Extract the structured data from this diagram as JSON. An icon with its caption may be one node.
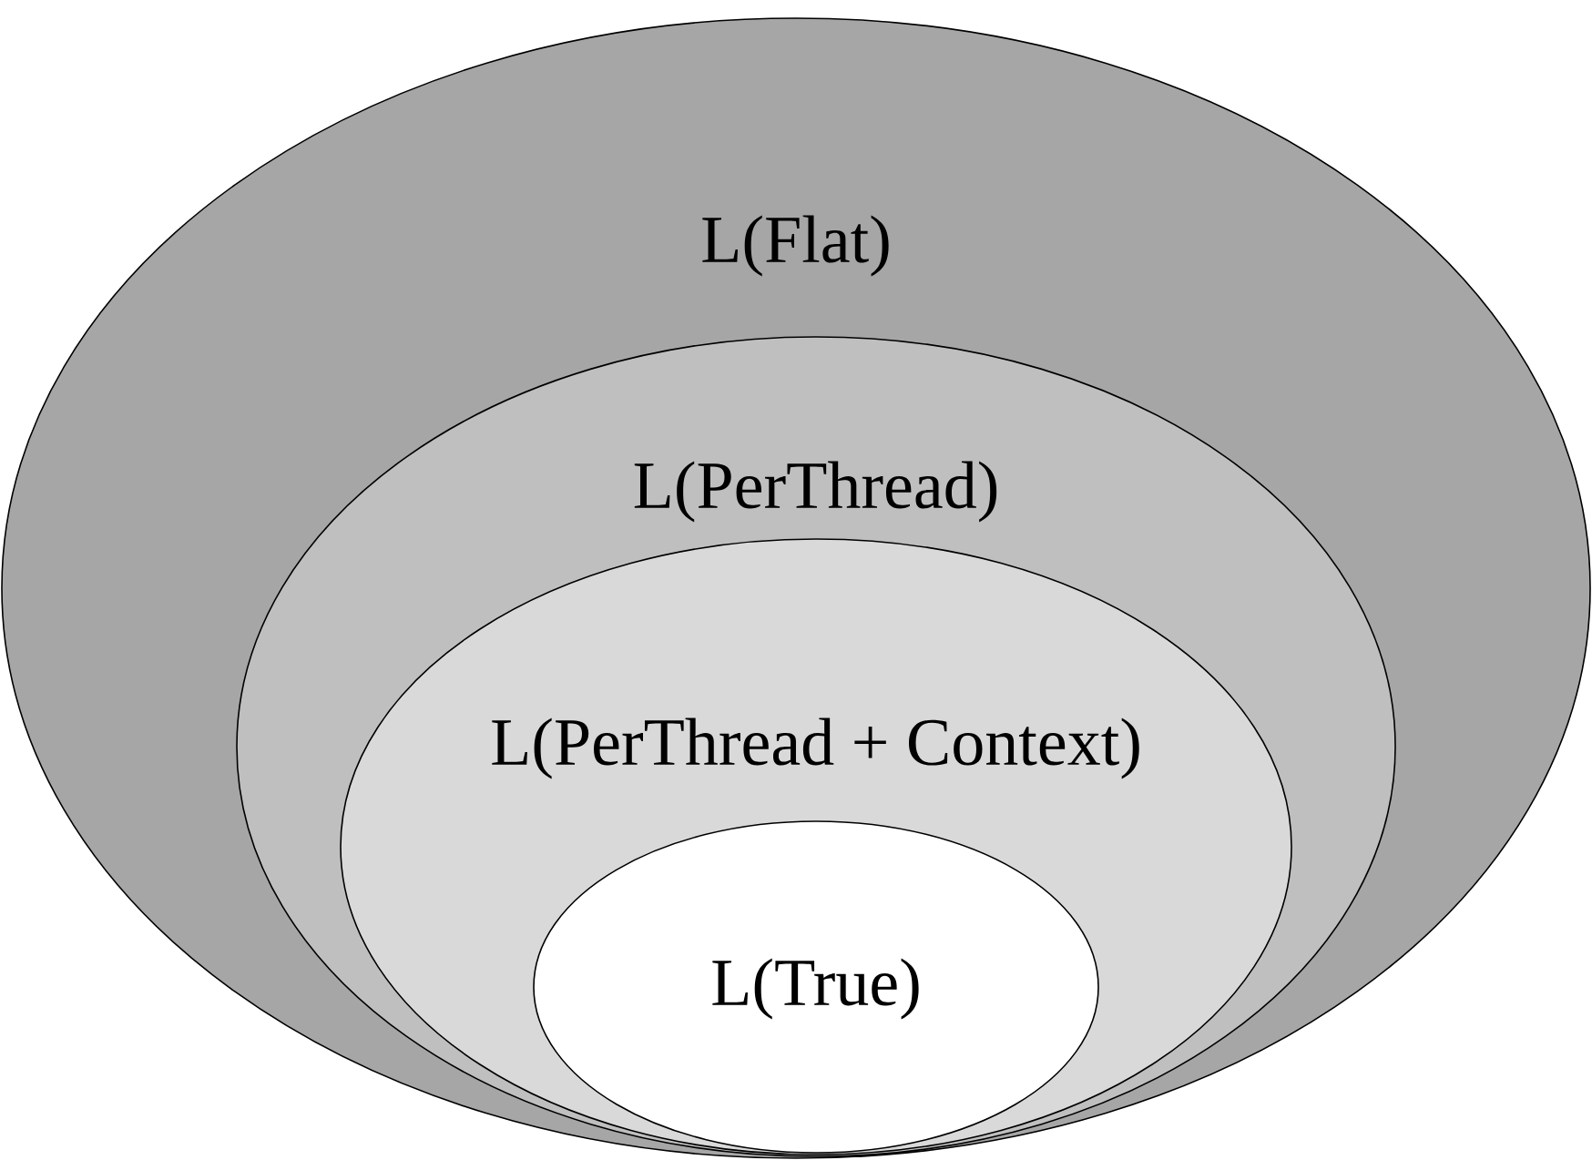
{
  "diagram": {
    "nodes": [
      {
        "text": [
          "L(Flat)"
        ]
      },
      {
        "text": [
          "L(PerThread)"
        ],
        "in": 0
      },
      {
        "text": [
          "L(PerThread + Context)"
        ],
        "in": 1
      },
      {
        "text": [
          "L(True)"
        ],
        "in": 2
      }
    ]
  }
}
